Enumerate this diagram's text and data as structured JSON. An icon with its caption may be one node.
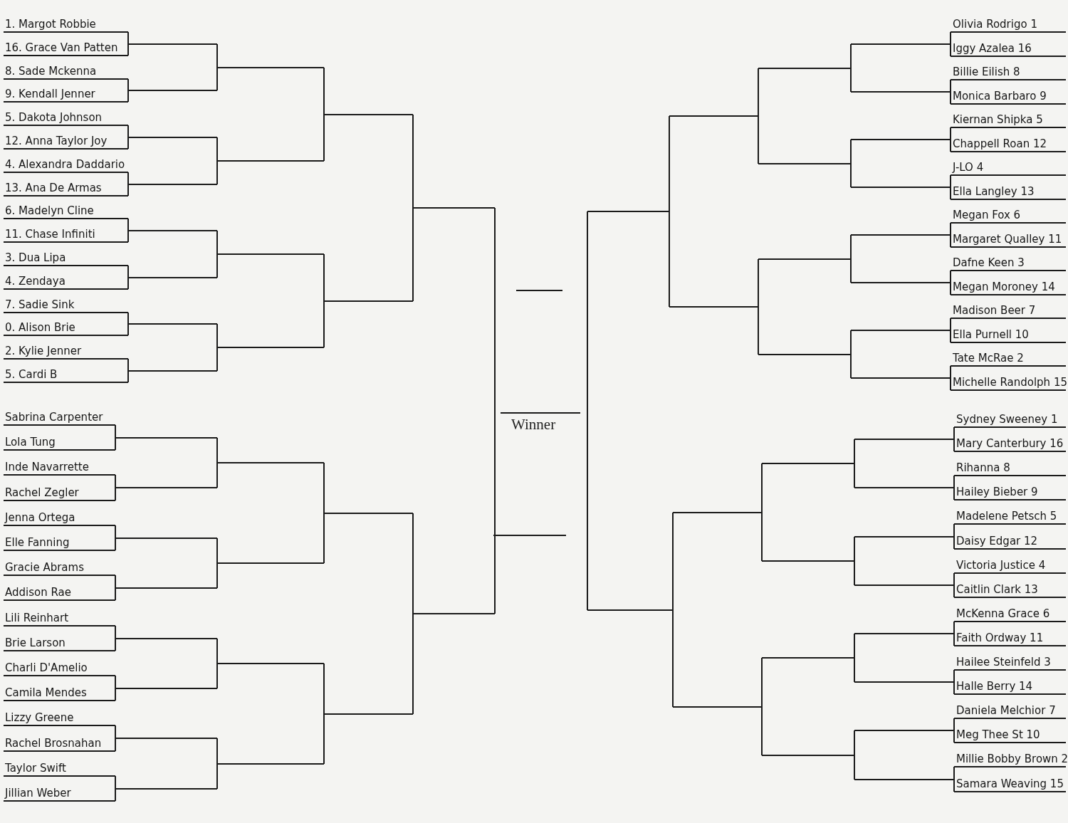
{
  "diagram": {
    "labels": [
      "1. Margot Robbie",
      "16. Grace Van Patten",
      "8. Sade Mckenna",
      "9. Kendall Jenner",
      "5. Dakota Johnson",
      "12. Anna Taylor Joy",
      "4. Alexandra Daddario",
      "13. Ana De Armas",
      "6. Madelyn Cline",
      "11. Chase Infiniti",
      "3. Dua Lipa",
      "4. Zendaya",
      "7. Sadie Sink",
      "0. Alison Brie",
      "2. Kylie Jenner",
      "5. Cardi B",
      "Sabrina Carpenter",
      "Lola Tung",
      "Inde Navarrette",
      "Rachel Zegler",
      "Jenna Ortega",
      "Elle Fanning",
      "Gracie Abrams",
      "Addison Rae",
      "Lili Reinhart",
      "Brie Larson",
      "Charli D'Amelio",
      "Camila Mendes",
      "Lizzy Greene",
      "Rachel Brosnahan",
      "Taylor Swift",
      "Jillian Weber",
      "Winner",
      "Olivia Rodrigo 1",
      "Iggy Azalea 16",
      "Billie Eilish 8",
      "Monica Barbaro 9",
      "Kiernan Shipka 5",
      "Chappell Roan 12",
      "J-LO 4",
      "Ella Langley 13",
      "Megan Fox 6",
      "Margaret Qualley 11",
      "Dafne Keen 3",
      "Megan Moroney 14",
      "Madison Beer 7",
      "Ella Purnell 10",
      "Tate McRae 2",
      "Michelle Randolph 15",
      "Sydney Sweeney 1",
      "Mary Canterbury 16",
      "Rihanna 8",
      "Hailey Bieber 9",
      "Madelene Petsch 5",
      "Daisy Edgar 12",
      "Victoria Justice 4",
      "Caitlin Clark 13",
      "McKenna Grace 6",
      "Faith Ordway 11",
      "Hailee Steinfeld 3",
      "Halle Berry 14",
      "Daniela Melchior 7",
      "Meg Thee St 10",
      "Millie Bobby Brown 2",
      "Samara Weaving 15"
    ]
  }
}
